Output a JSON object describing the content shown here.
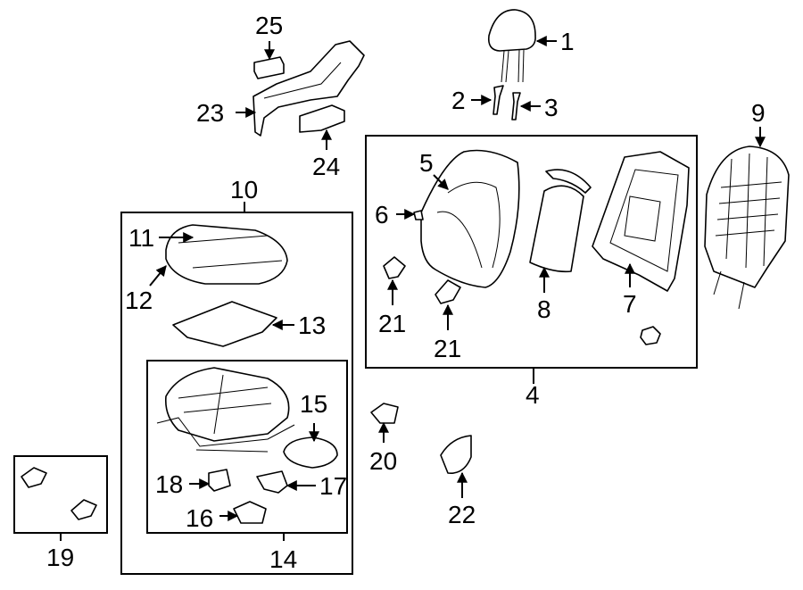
{
  "callouts": {
    "c1": "1",
    "c2": "2",
    "c3": "3",
    "c4": "4",
    "c5": "5",
    "c6": "6",
    "c7": "7",
    "c8": "8",
    "c9": "9",
    "c10": "10",
    "c11": "11",
    "c12": "12",
    "c13": "13",
    "c14": "14",
    "c15": "15",
    "c16": "16",
    "c17": "17",
    "c18": "18",
    "c19": "19",
    "c20": "20",
    "c21a": "21",
    "c21b": "21",
    "c22": "22",
    "c23": "23",
    "c24": "24",
    "c25": "25"
  },
  "colors": {
    "line": "#000000",
    "background": "#ffffff"
  }
}
